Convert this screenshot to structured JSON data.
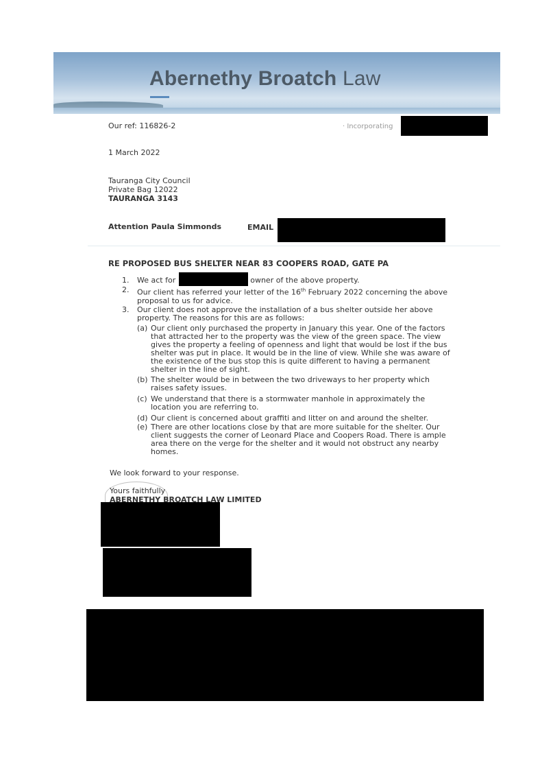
{
  "letterhead": {
    "brand_bold": "Abernethy Broatch",
    "brand_light": "Law",
    "incorporating_label": "· Incorporating"
  },
  "meta": {
    "our_ref": "Our ref: 116826-2",
    "date": "1 March 2022"
  },
  "recipient": {
    "line1": "Tauranga City Council",
    "line2": "Private Bag 12022",
    "line3": "TAURANGA 3143",
    "attention": "Attention Paula Simmonds",
    "email_label": "EMAIL"
  },
  "subject": "RE PROPOSED BUS SHELTER NEAR 83 COOPERS ROAD, GATE PA",
  "items": {
    "n1": "1.",
    "n2": "2.",
    "n3": "3.",
    "i1_before": "We act for",
    "i1_after": "he owner of the above property.",
    "i2_a": "Our client has referred your letter of the 16",
    "i2_sup": "th",
    "i2_b": " February 2022 concerning the above proposal to us for advice.",
    "i3": "Our client does not approve the installation of a bus shelter outside her above property. The reasons for this are as follows:",
    "a_label": "(a)",
    "a_text": "Our client only purchased the property in January this year.  One of the factors that attracted her to the property was the view of the green space. The view gives the property a feeling of openness and light that would be lost if the bus shelter was put in place. It would be in the line of view. While she was aware of the existence of the bus stop this is quite different to having a permanent shelter in the line of sight.",
    "b_label": "(b)",
    "b_text": "The shelter would be in between the two driveways to her property which raises safety issues.",
    "c_label": "(c)",
    "c_text": "We understand that there is a stormwater manhole in approximately the location you are referring to.",
    "d_label": "(d)",
    "d_text": "Our client is concerned about graffiti and litter on and around the shelter.",
    "e_label": "(e)",
    "e_text": "There are other locations close by that are more suitable for the shelter.  Our client suggests the corner of Leonard Place and Coopers Road.  There is ample area there on the verge for the shelter and it would not obstruct any nearby homes."
  },
  "closing": {
    "look_forward": "We look forward to your response.",
    "yours": "Yours faithfully",
    "firm": "ABERNETHY BROATCH LAW LIMITED"
  }
}
